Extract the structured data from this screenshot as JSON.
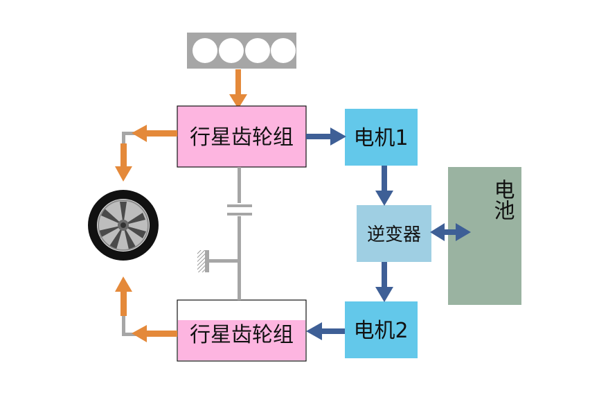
{
  "labels": {
    "planetary_top": "行星齿轮组",
    "planetary_bottom": "行星齿轮组",
    "motor1": "电机1",
    "motor2": "电机2",
    "inverter": "逆变器",
    "battery": "电池"
  },
  "colors": {
    "pink_box": "#FDB5E0",
    "motor_box": "#63C8EA",
    "inverter_box": "#9FCFE3",
    "battery_box": "#9AB3A1",
    "engine_block": "#A6A6A6",
    "orange_arrow": "#E4893A",
    "blue_arrow": "#3E5F96",
    "shaft_gray": "#A6A6A6"
  },
  "icons": {
    "engine": "engine-cylinders-icon",
    "wheel": "wheel-icon",
    "ground": "ground-hatch-icon",
    "clutch": "clutch-icon"
  }
}
